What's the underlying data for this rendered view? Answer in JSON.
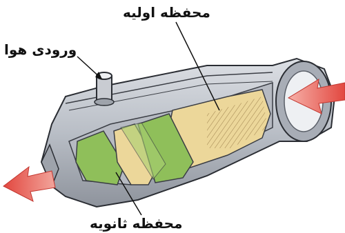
{
  "labels": {
    "primary_housing": "محفظه اولیه",
    "air_inlet": "ورودی هوا",
    "secondary_housing": "محفظه ثانویه"
  },
  "colors": {
    "shell": "#c9ccd2",
    "shell_dark": "#8e939c",
    "primary_bed": "#ecd79a",
    "secondary_bed": "#8fbf5a",
    "arrow": "#e2473f"
  }
}
